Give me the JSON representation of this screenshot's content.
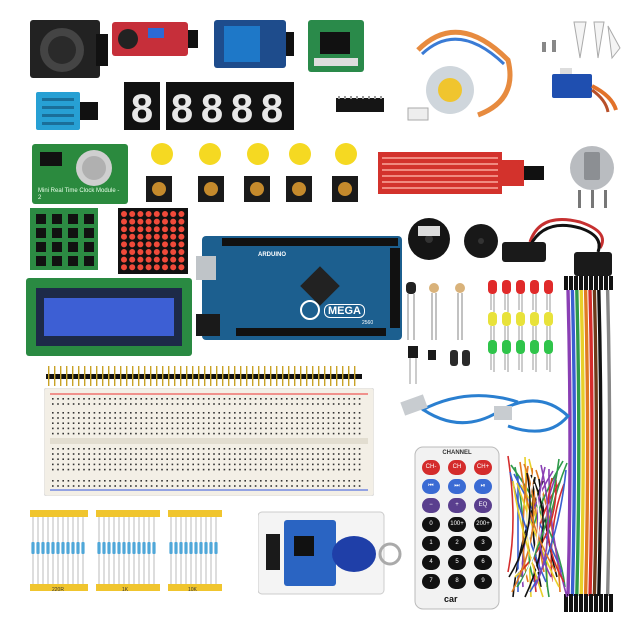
{
  "title": "Arduino Mega 2560 Starter Kit Components",
  "board": {
    "brand": "ARDUINO",
    "model": "MEGA",
    "model_num": "2560"
  },
  "rtc": {
    "label": "Mini Real Time Clock Module - 2"
  },
  "remote": {
    "top_label": "CHANNEL",
    "buttons": [
      "CH-",
      "CH",
      "CH+",
      "⏮",
      "⏭",
      "⏯",
      "−",
      "+",
      "EQ",
      "0",
      "100+",
      "200+",
      "1",
      "2",
      "3",
      "4",
      "5",
      "6",
      "7",
      "8",
      "9"
    ],
    "brand": "car"
  },
  "resistor_labels": [
    "220R",
    "1K",
    "10K"
  ],
  "colors": {
    "board_blue": "#1c5f8f",
    "breadboard": "#f3efe6",
    "remote_red": "#d42c2c",
    "remote_purple": "#5a3f8e"
  }
}
